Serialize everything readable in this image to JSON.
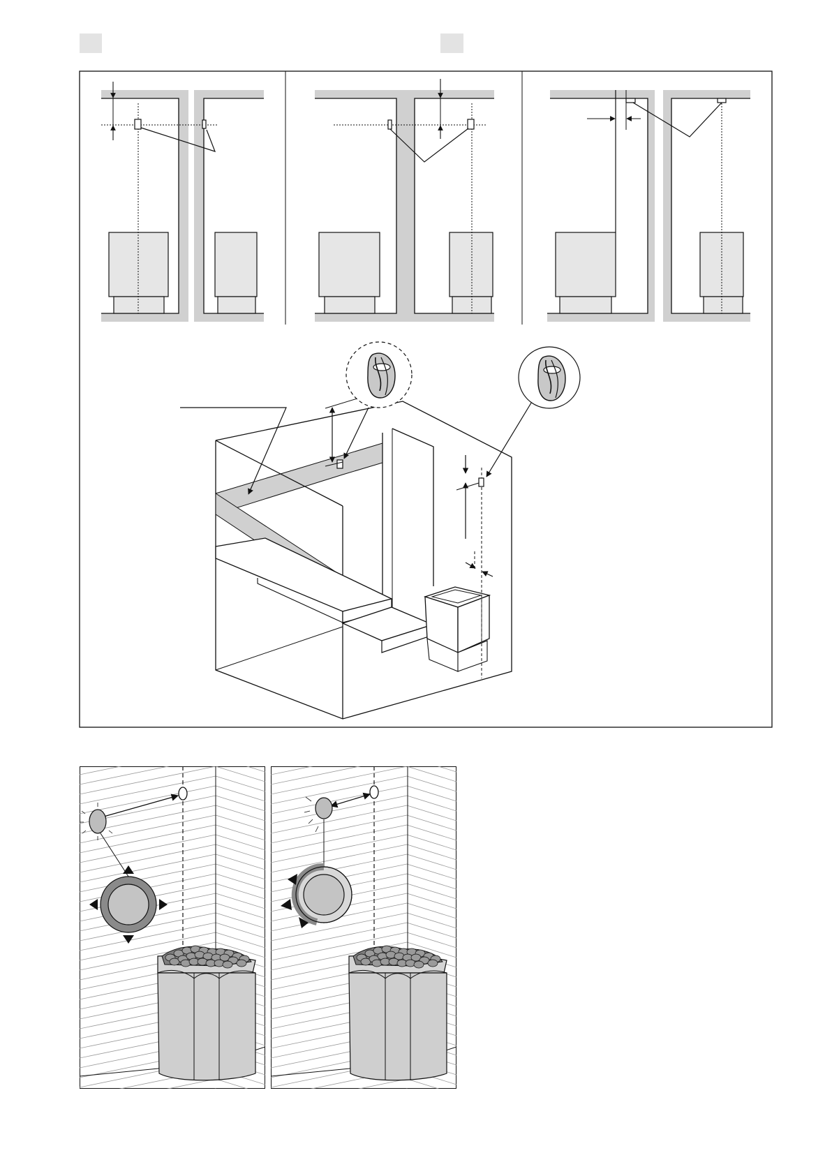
{
  "page": {
    "background": "#ffffff",
    "ink": "#111111",
    "wall_gray": "#d0d0d0",
    "heater_gray": "#e6e6e6",
    "label_tag_color": "#e3e3e3"
  },
  "tags": [
    {
      "name": "figure-label-tag-1",
      "text": ""
    },
    {
      "name": "figure-label-tag-2",
      "text": ""
    }
  ],
  "installation_diagrams": {
    "side_views": [
      "side-view-1",
      "side-view-2",
      "side-view-3"
    ],
    "sensor_icons": [
      "temperature-sensor-icon",
      "temperature-sensor-icon"
    ],
    "dimension_arrows": "dimension-arrow-icon"
  },
  "lower_illustrations": [
    {
      "name": "sensor-rotate-view-4way",
      "indicator_arrows": 4
    },
    {
      "name": "sensor-rotate-view-3way",
      "indicator_arrows": 3
    }
  ]
}
